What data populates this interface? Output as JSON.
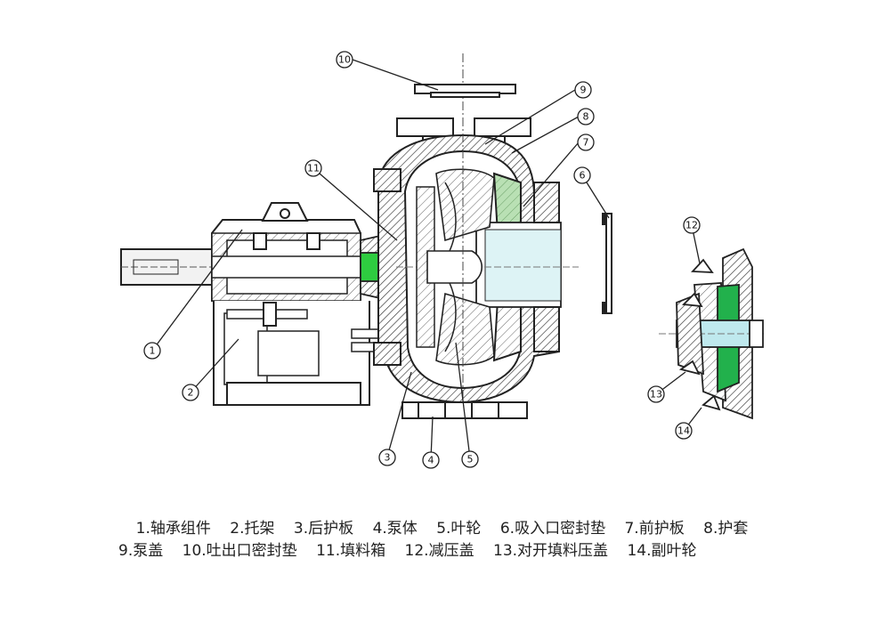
{
  "callouts": [
    {
      "num": "1"
    },
    {
      "num": "2"
    },
    {
      "num": "3"
    },
    {
      "num": "4"
    },
    {
      "num": "5"
    },
    {
      "num": "6"
    },
    {
      "num": "7"
    },
    {
      "num": "8"
    },
    {
      "num": "9"
    },
    {
      "num": "10"
    },
    {
      "num": "11"
    },
    {
      "num": "12"
    },
    {
      "num": "13"
    },
    {
      "num": "14"
    }
  ],
  "legend": {
    "row1": [
      "1.轴承组件",
      "2.托架",
      "3.后护板",
      "4.泵体",
      "5.叶轮",
      "6.吸入口密封垫",
      "7.前护板",
      "8.护套"
    ],
    "row2": [
      "9.泵盖",
      "10.吐出口密封垫",
      "11.填料箱",
      "12.减压盖",
      "13.对开填料压盖",
      "14.副叶轮"
    ]
  },
  "colors": {
    "liner_green": "#9ed49a",
    "seal_green": "#22b14c",
    "shaft_green": "#2ecc40",
    "shaft_cyan": "#bfe9ee"
  }
}
